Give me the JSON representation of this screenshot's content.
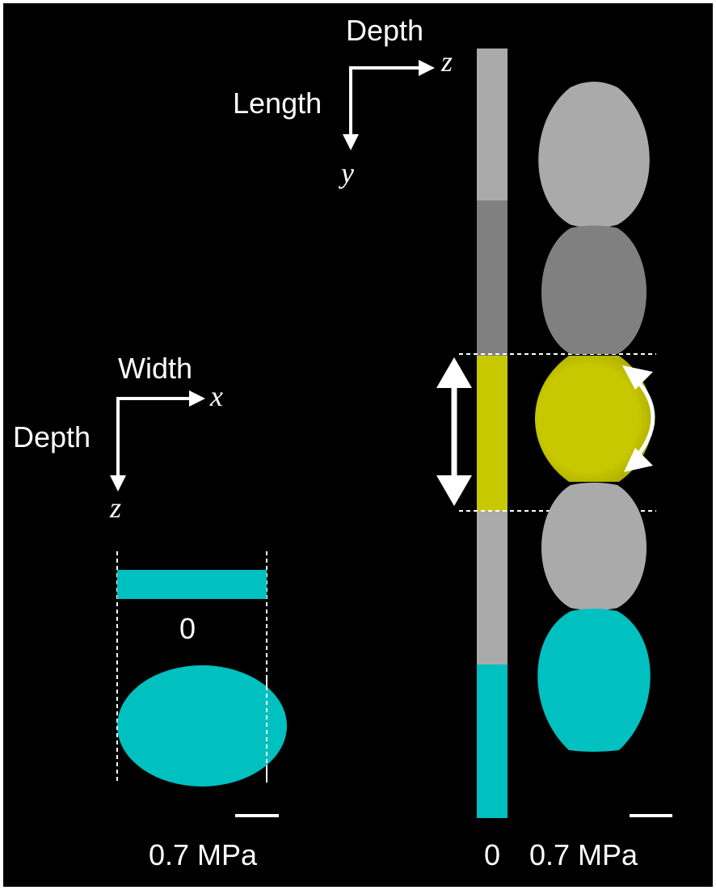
{
  "colors": {
    "background": "#000000",
    "light_gray": "#aaaaaa",
    "dark_gray": "#808080",
    "yellow": "#c8c800",
    "cyan": "#00c0c0",
    "white": "#ffffff"
  },
  "top_axes": {
    "horizontal_label": "Depth",
    "horizontal_symbol": "z",
    "vertical_label": "Length",
    "vertical_symbol": "y"
  },
  "left_axes": {
    "horizontal_label": "Width",
    "horizontal_symbol": "x",
    "vertical_label": "Depth",
    "vertical_symbol": "z"
  },
  "left_panel": {
    "pressure_zero_label": "0",
    "pressure_label": "0.7 MPa"
  },
  "right_panel": {
    "strip_label": "0",
    "chain_label": "0.7 MPa",
    "segments": [
      "light-gray",
      "dark-gray",
      "yellow",
      "light-gray",
      "cyan"
    ]
  }
}
